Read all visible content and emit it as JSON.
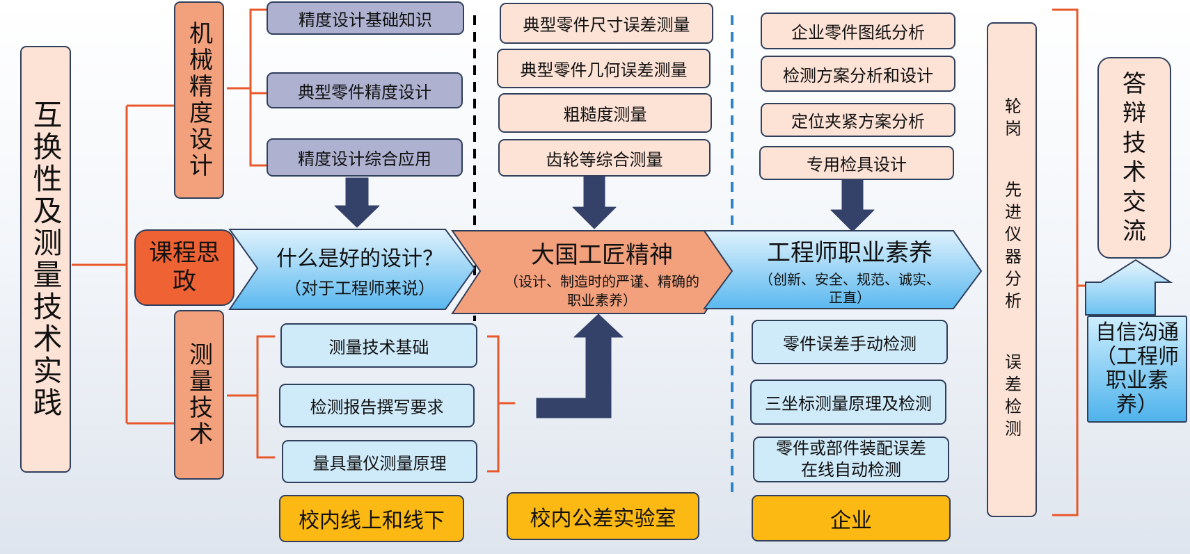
{
  "root": {
    "label": "互换性及测量技术实践"
  },
  "module_precision": {
    "label": "机械精度设计"
  },
  "module_measurement": {
    "label": "测量技术"
  },
  "ideology": {
    "label": "课程思政"
  },
  "precision_items": [
    "精度设计基础知识",
    "典型零件精度设计",
    "精度设计综合应用"
  ],
  "measurement_items": [
    "测量技术基础",
    "检测报告撰写要求",
    "量具量仪测量原理"
  ],
  "lab_items": [
    "典型零件尺寸误差测量",
    "典型零件几何误差测量",
    "粗糙度测量",
    "齿轮等综合测量"
  ],
  "enterprise_top_items": [
    "企业零件图纸分析",
    "检测方案分析和设计",
    "定位夹紧方案分析",
    "专用检具设计"
  ],
  "enterprise_bottom_items": [
    "零件误差手动检测",
    "三坐标测量原理及检测",
    "零件或部件装配误差在线自动检测"
  ],
  "banners": {
    "good_design": {
      "title": "什么是好的设计？",
      "sub": "（对于工程师来说）"
    },
    "craftsman": {
      "title": "大国工匠精神",
      "sub": "（设计、制造时的严谨、精确的职业素养）"
    },
    "engineer": {
      "title": "工程师职业素养",
      "sub": "（创新、安全、规范、诚实、正直）"
    }
  },
  "locations": [
    "校内线上和线下",
    "校内公差实验室",
    "企业"
  ],
  "rotation": {
    "label": "轮岗 先进仪器分析 误差检测"
  },
  "defense": {
    "label": "答辩技术交流"
  },
  "confidence": {
    "label": "自信沟通（工程师职业素养）"
  },
  "colors": {
    "connector": "#e8582a",
    "arrow": "#34426a",
    "dash_black": "#000000",
    "dash_blue": "#2f83c7"
  }
}
